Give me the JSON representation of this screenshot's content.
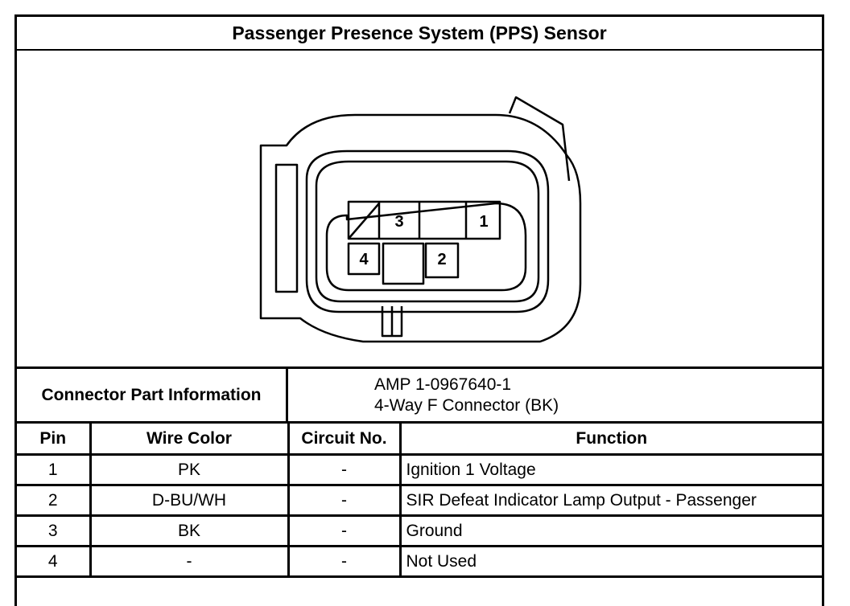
{
  "title": "Passenger Presence System (PPS) Sensor",
  "connector": {
    "pins": [
      "1",
      "2",
      "3",
      "4"
    ]
  },
  "part_info": {
    "label": "Connector Part Information",
    "line1": "AMP 1-0967640-1",
    "line2": "4-Way F Connector (BK)"
  },
  "table": {
    "headers": [
      "Pin",
      "Wire Color",
      "Circuit No.",
      "Function"
    ],
    "rows": [
      {
        "pin": "1",
        "wire_color": "PK",
        "circuit": "-",
        "function": "Ignition 1 Voltage"
      },
      {
        "pin": "2",
        "wire_color": "D-BU/WH",
        "circuit": "-",
        "function": "SIR Defeat Indicator Lamp Output - Passenger"
      },
      {
        "pin": "3",
        "wire_color": "BK",
        "circuit": "-",
        "function": "Ground"
      },
      {
        "pin": "4",
        "wire_color": "-",
        "circuit": "-",
        "function": "Not Used"
      }
    ]
  }
}
